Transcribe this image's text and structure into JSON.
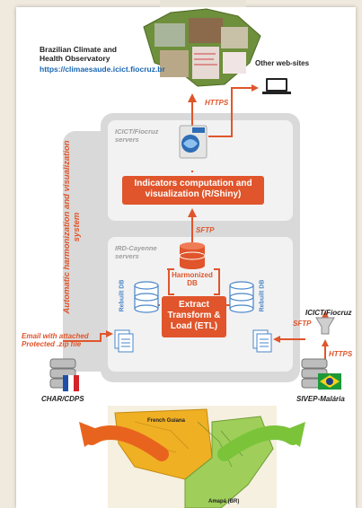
{
  "observatory": {
    "title": "Brazilian Climate and Health Observatory",
    "url": "https://climaesaude.icict.fiocruz.br"
  },
  "other_sites": "Other web-sites",
  "https_top": "HTTPS",
  "automatic_system": "Automatic harmonization and visualization system",
  "icict_servers": "ICICT/Fiocruz servers",
  "indicators_box": "Indicators computation and visualization (R/Shiny)",
  "sftp_mid": "SFTP",
  "ird_servers": "IRD-Cayenne servers",
  "harmonized_db": "Harmonized DB",
  "rebuilt_db_left": "Rebuilt DB",
  "rebuilt_db_right": "Rebuilt DB",
  "etl_box": "Extract Transform & Load (ETL)",
  "email_note": "Email with attached Protected .zip file",
  "icict_right": "ICICT/Fiocruz",
  "sftp_right": "SFTP",
  "https_right": "HTTPS",
  "char_cdps": "CHAR/CDPS",
  "sivep": "SIVEP-Malária",
  "map_french_guiana": "French Guiana",
  "map_amapa": "Amapá (BR)",
  "colors": {
    "accent": "#e0552b",
    "panel": "#d9d9d9",
    "server_bg": "#f2f2f2",
    "link": "#1a66b3"
  }
}
